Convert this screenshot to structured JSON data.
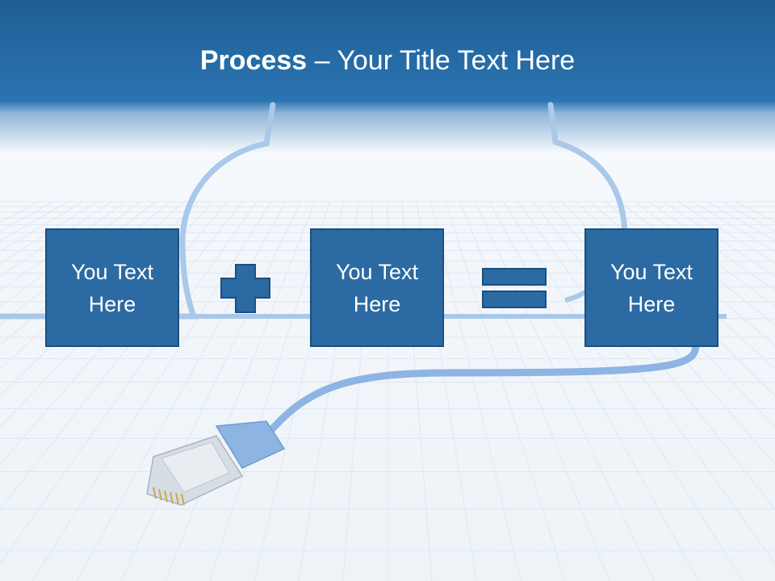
{
  "slide": {
    "title_bold": "Process",
    "title_rest": " – Your Title Text Here",
    "colors": {
      "header": "#2a74b2",
      "box_fill": "#2b6aa2",
      "box_border": "#1b4f7e",
      "cable": "#9dc0e6"
    }
  },
  "boxes": [
    {
      "text": "You Text Here"
    },
    {
      "text": "You Text Here"
    },
    {
      "text": "You Text Here"
    }
  ],
  "operators": {
    "plus": "plus-sign-icon",
    "equals": "equals-sign-icon"
  },
  "background": {
    "icon": "ethernet-cable-cloud-icon"
  }
}
